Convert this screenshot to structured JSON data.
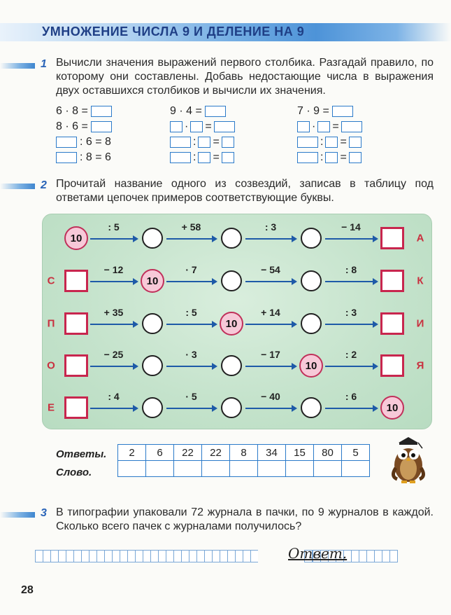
{
  "header": {
    "title": "УМНОЖЕНИЕ ЧИСЛА 9 И ДЕЛЕНИЕ НА 9"
  },
  "task1": {
    "number": "1",
    "text": "Вычисли значения выражений первого столбика. Разгадай правило, по которому они составлены. Добавь недостающие числа в выражения двух оставшихся столбиков и вычисли их значения.",
    "col1": {
      "e1": "6 · 8 =",
      "e2": "8 · 6 =",
      "e3": ": 6 = 8",
      "e4": ": 8 = 6"
    },
    "col2": {
      "e1": "9 · 4 =",
      "dot": "·",
      "colon": ":",
      "eq": "="
    },
    "col3": {
      "e1": "7 · 9 ="
    }
  },
  "task2": {
    "number": "2",
    "text": "Прочитай название одного из созвездий, записав в таблицу под ответами цепочек примеров соответствующие буквы.",
    "ten": "10",
    "rows": [
      {
        "left_letter": "",
        "ops": [
          ": 5",
          "+ 58",
          ": 3",
          "− 14"
        ],
        "right_letter": "А"
      },
      {
        "left_letter": "С",
        "ops": [
          "− 12",
          "· 7",
          "− 54",
          ": 8"
        ],
        "right_letter": "К"
      },
      {
        "left_letter": "П",
        "ops": [
          "+ 35",
          ": 5",
          "+ 14",
          ": 3"
        ],
        "right_letter": "И"
      },
      {
        "left_letter": "О",
        "ops": [
          "− 25",
          "· 3",
          "− 17",
          ": 2"
        ],
        "right_letter": "Я"
      },
      {
        "left_letter": "Е",
        "ops": [
          ": 4",
          "· 5",
          "− 40",
          ": 6"
        ],
        "right_letter": ""
      }
    ],
    "answers_label": "Ответы.",
    "word_label": "Слово.",
    "answers": [
      "2",
      "6",
      "22",
      "22",
      "8",
      "34",
      "15",
      "80",
      "5"
    ]
  },
  "task3": {
    "number": "3",
    "text": "В типографии упаковали 72 журнала в пачки, по 9 журналов в каждой. Сколько всего пачек с журналами получилось?",
    "answer_word": "Ответ."
  },
  "page_number": "28",
  "colors": {
    "accent_blue": "#2b7ac9",
    "header_text": "#1f3f86",
    "letter_red": "#c9303f",
    "puzzle_bg": "#c5e3cc"
  }
}
